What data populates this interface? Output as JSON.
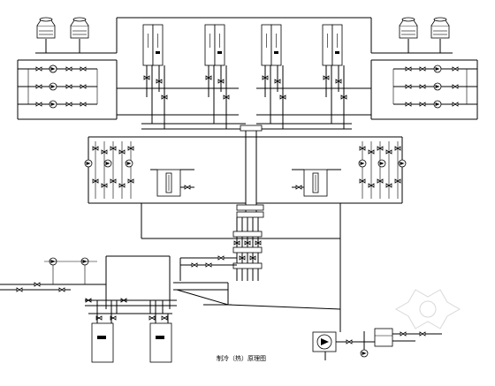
{
  "drawing": {
    "title": "制冷（热）原理图",
    "colors": {
      "line": "#000000",
      "background": "#ffffff",
      "watermark": "#d8d8d8"
    }
  },
  "components": {
    "cooling_towers": {
      "count": 4,
      "icon": "cooling-tower-icon"
    },
    "chillers": {
      "count": 4,
      "icon": "chiller-unit-icon"
    },
    "heat_exchangers": {
      "count": 2,
      "icon": "heat-exchanger-icon"
    },
    "boilers": {
      "count": 2,
      "icon": "boiler-icon"
    },
    "pumps": {
      "icon": "pump-icon"
    },
    "expansion_tank": {
      "icon": "expansion-tank-icon"
    },
    "water_treatment_tank": {
      "icon": "water-tank-icon"
    },
    "watermark": {
      "icon": "watermark-logo-icon"
    }
  }
}
